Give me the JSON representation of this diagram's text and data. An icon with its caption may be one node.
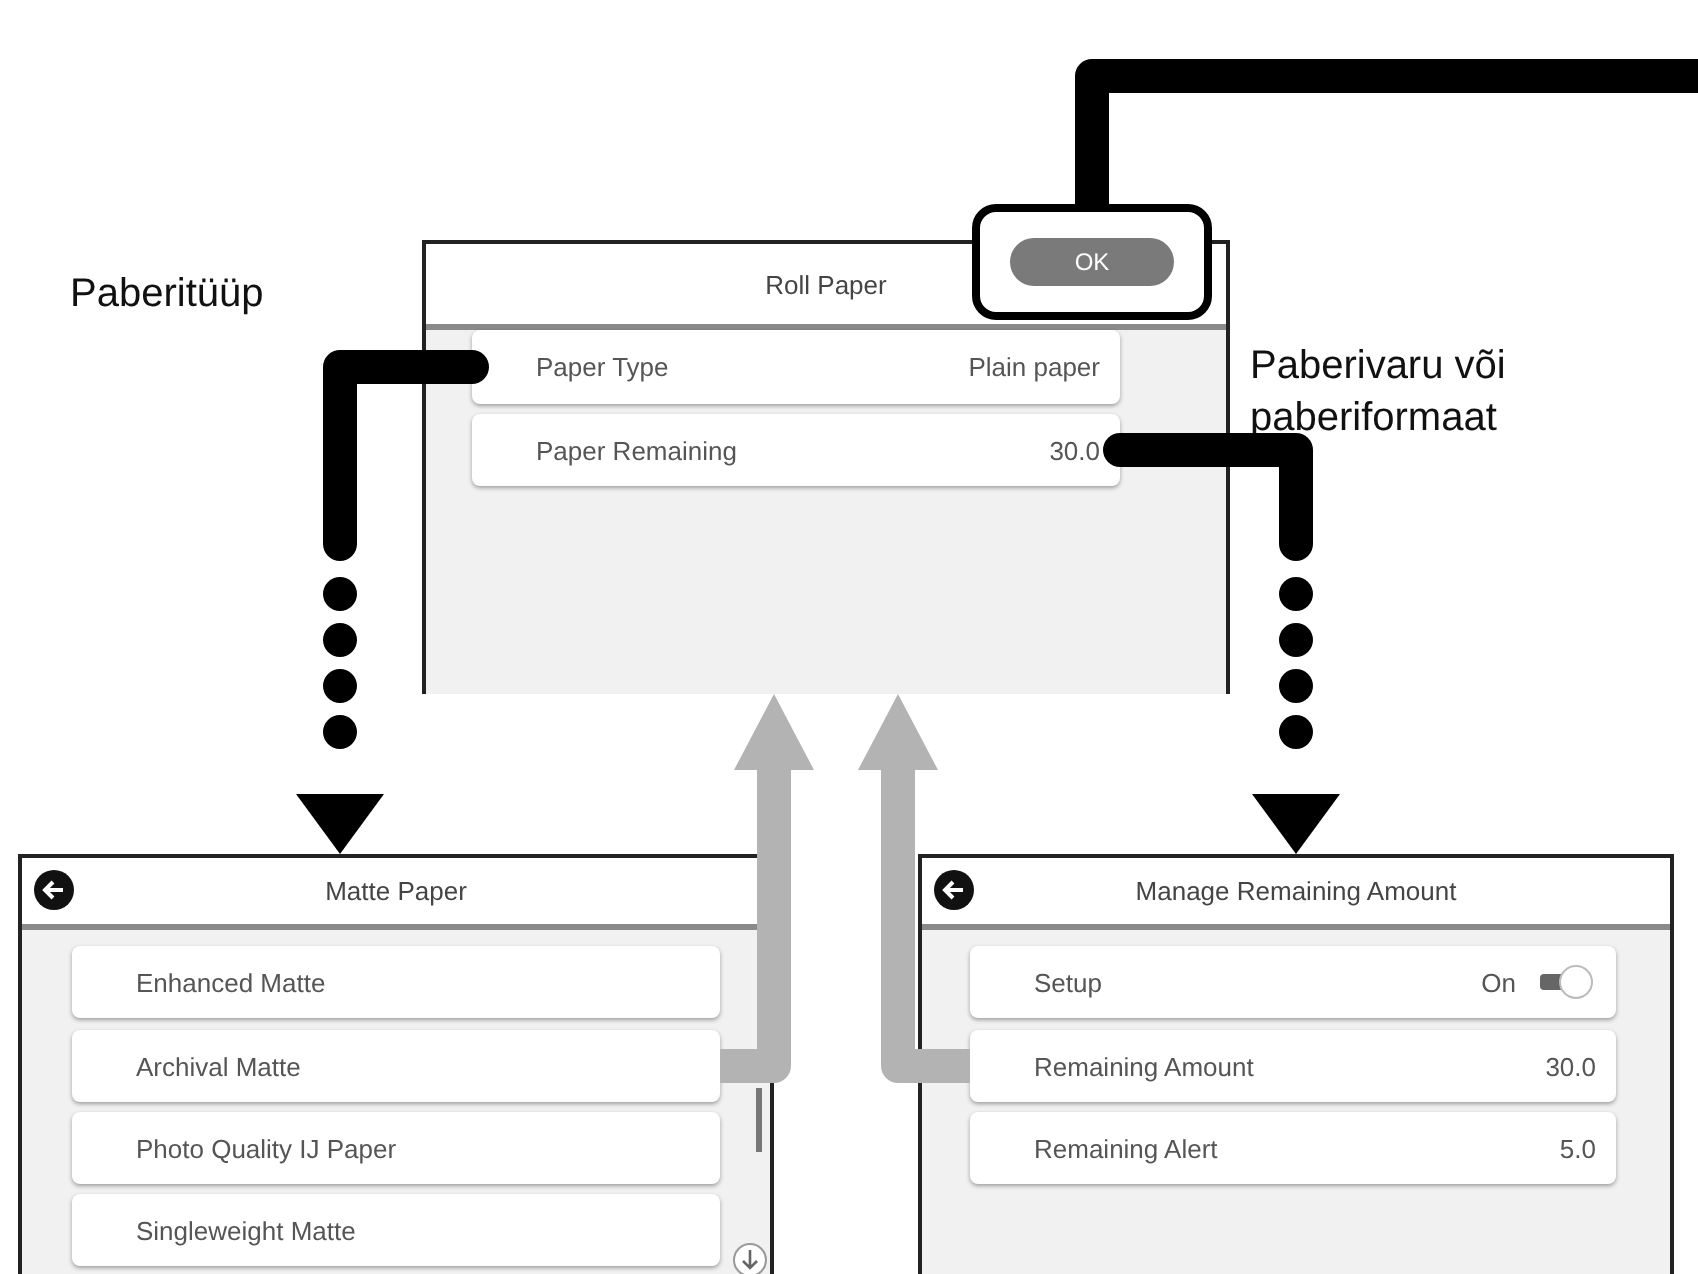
{
  "diagram": {
    "nodes": [
      {
        "text": [
          "Roll Paper"
        ]
      },
      {
        "text": [
          "OK"
        ]
      },
      {
        "text": [
          "Paper Type",
          "Plain paper"
        ],
        "in": 0
      },
      {
        "text": [
          "Paper Remaining",
          "30.0"
        ],
        "in": 0
      },
      {
        "text": [
          "Matte Paper"
        ]
      },
      {
        "text": [
          "Enhanced Matte"
        ],
        "in": 4
      },
      {
        "text": [
          "Archival Matte"
        ],
        "in": 4
      },
      {
        "text": [
          "Photo Quality IJ Paper"
        ],
        "in": 4
      },
      {
        "text": [
          "Singleweight Matte"
        ],
        "in": 4
      },
      {
        "text": [
          "Manage Remaining Amount"
        ]
      },
      {
        "text": [
          "Setup",
          "On"
        ],
        "in": 9
      },
      {
        "text": [
          "Remaining Amount",
          "30.0"
        ],
        "in": 9
      },
      {
        "text": [
          "Remaining Alert",
          "5.0"
        ],
        "in": 9
      }
    ],
    "edges": [
      {
        "from": 1,
        "to": null,
        "arrow": "none"
      },
      {
        "from": 2,
        "to": 4,
        "arrow": "to",
        "style": "dashed"
      },
      {
        "from": 3,
        "to": 9,
        "arrow": "to",
        "style": "dashed"
      },
      {
        "from": 6,
        "to": 0,
        "arrow": "to",
        "color": "#b3b3b3"
      },
      {
        "from": 11,
        "to": 0,
        "arrow": "to",
        "color": "#b3b3b3"
      }
    ],
    "labels": [
      "Paberitüüp",
      "Paberivaru või paberiformaat"
    ]
  }
}
